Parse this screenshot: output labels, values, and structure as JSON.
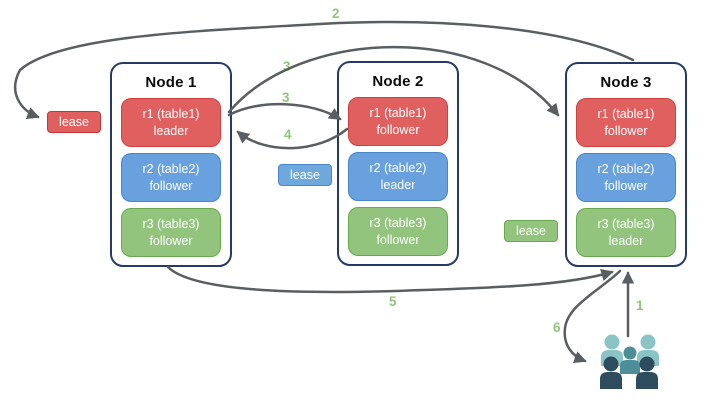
{
  "diagram": {
    "nodes": [
      {
        "title": "Node 1",
        "replicas": [
          {
            "name": "r1 (table1)",
            "role": "leader",
            "color": "red"
          },
          {
            "name": "r2 (table2)",
            "role": "follower",
            "color": "blue"
          },
          {
            "name": "r3 (table3)",
            "role": "follower",
            "color": "green"
          }
        ]
      },
      {
        "title": "Node 2",
        "replicas": [
          {
            "name": "r1 (table1)",
            "role": "follower",
            "color": "red"
          },
          {
            "name": "r2 (table2)",
            "role": "leader",
            "color": "blue"
          },
          {
            "name": "r3 (table3)",
            "role": "follower",
            "color": "green"
          }
        ]
      },
      {
        "title": "Node 3",
        "replicas": [
          {
            "name": "r1 (table1)",
            "role": "follower",
            "color": "red"
          },
          {
            "name": "r2 (table2)",
            "role": "follower",
            "color": "blue"
          },
          {
            "name": "r3 (table3)",
            "role": "leader",
            "color": "green"
          }
        ]
      }
    ],
    "leases": [
      {
        "label": "lease",
        "color": "red"
      },
      {
        "label": "lease",
        "color": "blue"
      },
      {
        "label": "lease",
        "color": "green"
      }
    ],
    "steps": {
      "s1": "1",
      "s2": "2",
      "s3a": "3",
      "s3b": "3",
      "s4": "4",
      "s5": "5",
      "s6": "6"
    },
    "icons": {
      "users": "users-icon"
    },
    "colors": {
      "replica_red": "#e06060",
      "replica_red_border": "#cf4040",
      "replica_blue": "#68a1dd",
      "replica_blue_border": "#4787c7",
      "replica_green": "#93c47d",
      "replica_green_border": "#6aa84f",
      "node_border": "#273a66",
      "arrow_gray": "#5b5e60",
      "step_green": "#93c47d",
      "users_light_teal": "#8ac4c7",
      "users_mid_teal": "#4e8e99",
      "users_dark_slate": "#2d4d5e"
    }
  }
}
